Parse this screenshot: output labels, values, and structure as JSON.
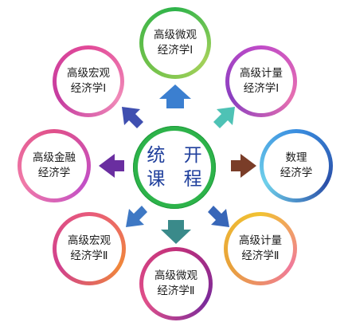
{
  "center": {
    "line1": "统 开",
    "line2": "课 程"
  },
  "nodes": {
    "micro_1": {
      "line1": "高级微观",
      "line2": "经济学Ⅰ"
    },
    "macro_1": {
      "line1": "高级宏观",
      "line2": "经济学Ⅰ"
    },
    "econ_1": {
      "line1": "高级计量",
      "line2": "经济学Ⅰ"
    },
    "finance": {
      "line1": "高级金融",
      "line2": "经济学"
    },
    "math": {
      "line1": "数理",
      "line2": "经济学"
    },
    "macro_2": {
      "line1": "高级宏观",
      "line2": "经济学Ⅱ"
    },
    "econ_2": {
      "line1": "高级计量",
      "line2": "经济学Ⅱ"
    },
    "micro_2": {
      "line1": "高级微观",
      "line2": "经济学Ⅱ"
    }
  },
  "colors": {
    "center_ring": "#2db34a",
    "micro_1_ring": "#6cc04a",
    "macro_1_ring": "#e45a9c",
    "econ_1_ring": "#b34fc4",
    "finance_ring": "#e0508a",
    "math_ring": "#3aa7e0",
    "macro_2_ring": "#e85a7c",
    "econ_2_ring": "#f1c232",
    "micro_2_ring": "#c2307a",
    "arrow_up": "#3b7fd0",
    "arrow_up_right": "#4ec2b5",
    "arrow_up_left": "#3f4fb0",
    "arrow_left": "#6a2ea0",
    "arrow_right": "#7a3d28",
    "arrow_down": "#3a8a8a",
    "arrow_down_left": "#3e78c4",
    "arrow_down_right": "#3766b8"
  }
}
